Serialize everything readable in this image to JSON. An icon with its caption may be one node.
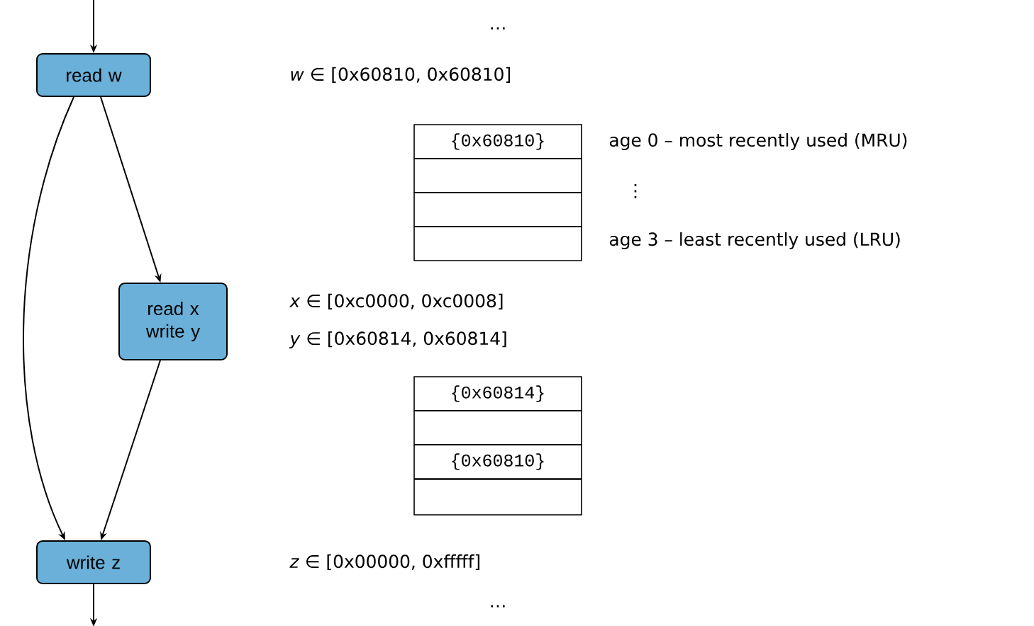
{
  "diagram": {
    "nodes": [
      {
        "text": [
          "read w"
        ]
      },
      {
        "text": [
          "read x write y"
        ]
      },
      {
        "text": [
          "write z"
        ]
      },
      {
        "text": [
          "{0x60810}"
        ]
      },
      {
        "text": [],
        "shape": "box"
      },
      {
        "text": [],
        "shape": "box"
      },
      {
        "text": [],
        "shape": "box"
      },
      {
        "text": [
          "{0x60814}"
        ]
      },
      {
        "text": [],
        "shape": "box"
      },
      {
        "text": [
          "{0x60810}"
        ]
      },
      {
        "text": [],
        "shape": "box"
      }
    ],
    "edges": [
      {
        "from": null,
        "to": 0,
        "arrow": "to"
      },
      {
        "from": 0,
        "to": 1,
        "arrow": "to"
      },
      {
        "from": 0,
        "to": 2,
        "arrow": "to"
      },
      {
        "from": 1,
        "to": 2,
        "arrow": "to"
      },
      {
        "from": 2,
        "to": null,
        "arrow": "to"
      }
    ],
    "labels": [
      "…",
      "*w* ∈ [0x60810, 0x60810]",
      "age 0 – most recently used (MRU)",
      "⋮",
      "age 3 – least recently used (LRU)",
      "*x* ∈ [0xc0000, 0xc0008]",
      "*y* ∈ [0x60814, 0x60814]",
      "*z* ∈ [0x00000, 0xfffff]",
      "…"
    ]
  }
}
